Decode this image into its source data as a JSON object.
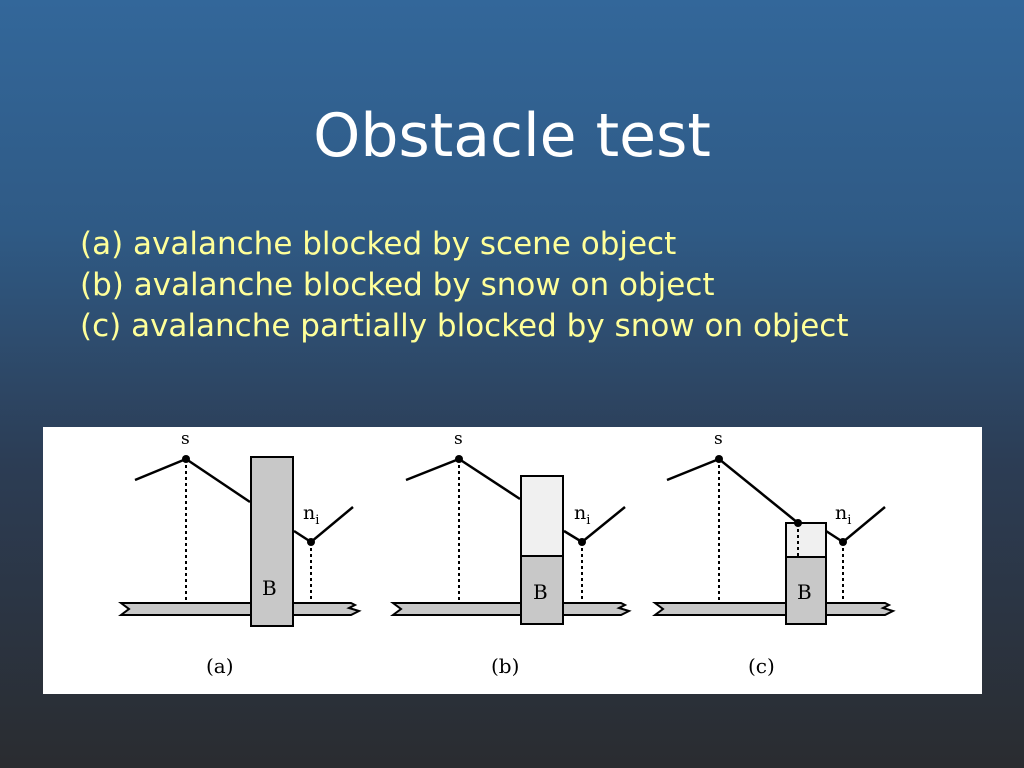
{
  "title": "Obstacle test",
  "bullets": [
    "(a) avalanche blocked by scene object",
    "(b) avalanche blocked by snow on object",
    "(c) avalanche partially blocked by snow on object"
  ],
  "figure": {
    "panels": [
      {
        "caption": "(a)",
        "source_label": "s",
        "neighbor_label": "n",
        "neighbor_sub": "i",
        "block_label": "B"
      },
      {
        "caption": "(b)",
        "source_label": "s",
        "neighbor_label": "n",
        "neighbor_sub": "i",
        "block_label": "B"
      },
      {
        "caption": "(c)",
        "source_label": "s",
        "neighbor_label": "n",
        "neighbor_sub": "i",
        "block_label": "B"
      }
    ]
  },
  "colors": {
    "title_text": "#ffffff",
    "bullet_text": "#ffff99",
    "block_fill": "#c8c8c8",
    "snow_fill": "#f0f0f0"
  }
}
